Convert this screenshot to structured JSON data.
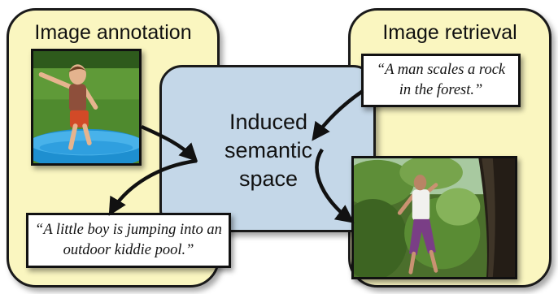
{
  "panels": {
    "left": {
      "title": "Image annotation",
      "caption": "“A little boy is jumping into an outdoor kiddie pool.”"
    },
    "right": {
      "title": "Image retrieval",
      "caption": "“A man scales a rock in the forest.”"
    }
  },
  "center": {
    "label": "Induced semantic space"
  },
  "colors": {
    "panel_fill": "#faf6c0",
    "center_fill": "#c4d7e8",
    "border": "#1a1a1a",
    "caption_fill": "#ffffff"
  },
  "icons": [
    "arrow-icon"
  ]
}
